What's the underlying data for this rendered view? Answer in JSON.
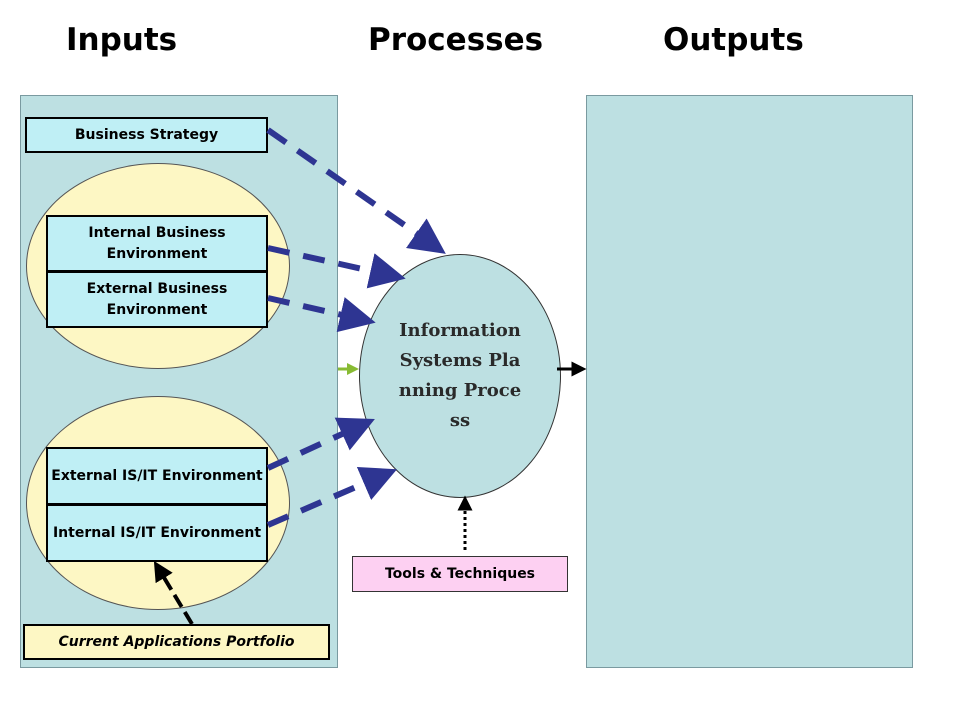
{
  "headings": {
    "inputs": "Inputs",
    "processes": "Processes",
    "outputs": "Outputs"
  },
  "inputs": {
    "business_strategy": "Business Strategy",
    "internal_business_environment": "Internal Business Environment",
    "external_business_environment": "External Business Environment",
    "external_isit_environment": "External IS/IT Environment",
    "internal_isit_environment": "Internal IS/IT Environment",
    "current_applications_portfolio": "Current Applications Portfolio"
  },
  "process": {
    "label": "Information Systems Planning Process"
  },
  "tools": {
    "label": "Tools & Techniques"
  },
  "colors": {
    "panel_fill": "#bde0e2",
    "environment_fill": "#fdf7c4",
    "input_box_fill": "#bfeff5",
    "tools_fill": "#fdd0f2",
    "dashed_arrow": "#2e3592",
    "green_arrow": "#88bb33"
  }
}
